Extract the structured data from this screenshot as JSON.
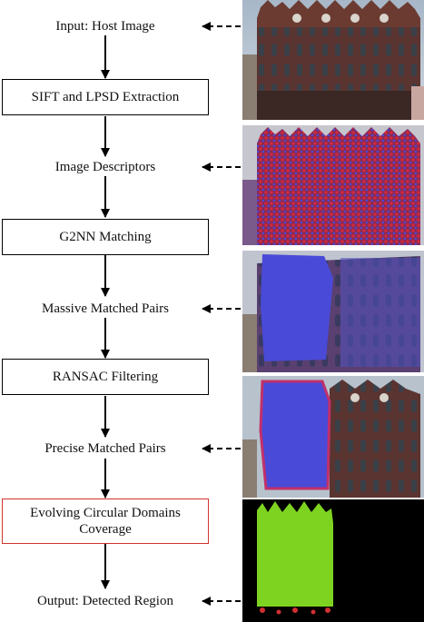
{
  "steps": {
    "input": "Input: Host Image",
    "sift": "SIFT and LPSD Extraction",
    "descriptors": "Image Descriptors",
    "g2nn": "G2NN Matching",
    "massive": "Massive Matched Pairs",
    "ransac": "RANSAC Filtering",
    "precise": "Precise Matched Pairs",
    "evolving": "Evolving Circular Domains Coverage",
    "output": "Output: Detected Region"
  },
  "colors": {
    "line": "#000000",
    "highlight_box": "#d0342c",
    "match_overlay": "#4a4ad8",
    "descriptor_red": "#d8283a",
    "mask_green": "#7ed321",
    "mask_background": "#000000"
  },
  "images": [
    "host-building-photo",
    "descriptor-overlay-photo",
    "massive-matches-photo",
    "precise-matches-photo",
    "detected-region-mask"
  ]
}
